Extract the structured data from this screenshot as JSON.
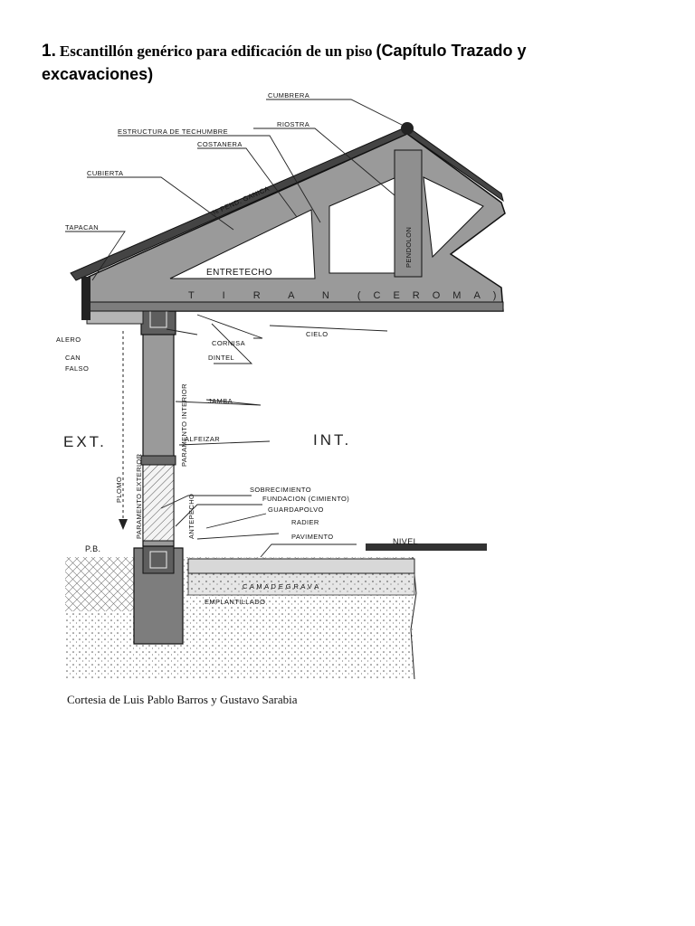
{
  "heading": {
    "number": "1.",
    "title_serif": "Escantillón genérico para edificación de un piso",
    "title_sans": "(Capítulo Trazado y excavaciones)"
  },
  "drawing": {
    "labels": {
      "cumbrera": "CUMBRERA",
      "estructura": "ESTRUCTURA DE TECHUMBRE",
      "costanera": "COSTANERA",
      "riostra": "RIOSTRA",
      "cubierta": "CUBIERTA",
      "pendiente": "% PEND. GANICA",
      "tapacan": "TAPACAN",
      "pendolon": "PENDOLON",
      "entretecho": "ENTRETECHO",
      "tirante": "T I R A N (CEROMA) T E",
      "alero": "ALERO",
      "cielo": "CIELO",
      "cornisa": "CORNISA",
      "can": "CAN",
      "falso": "FALSO",
      "dintel": "DINTEL",
      "jamba": "JAMBA",
      "ext": "EXT.",
      "int": "INT.",
      "alfeizar": "ALFEIZAR",
      "plomo": "PLOMO",
      "paramento_ext": "PARAMENTO EXTERIOR",
      "paramento_int": "PARAMENTO INTERIOR",
      "antepecho": "ANTEPECHO",
      "sobrecimiento": "SOBRECIMIENTO",
      "fundacion": "FUNDACION (CIMIENTO)",
      "guardapolvo": "GUARDAPOLVO",
      "radier": "RADIER",
      "pavimento": "PAVIMENTO",
      "nivel": "NIVEL",
      "pb": "P.B.",
      "cama": "C A M A   D E   G R A V A",
      "emplantillado": "EMPLANTILLADO"
    }
  },
  "caption": "Cortesia de Luis Pablo Barros y Gustavo Sarabia",
  "colors": {
    "structure": "#9a9a9a",
    "structure_dark": "#6f6f6f",
    "ink": "#1a1a1a",
    "soil": "#c8c8c8"
  }
}
